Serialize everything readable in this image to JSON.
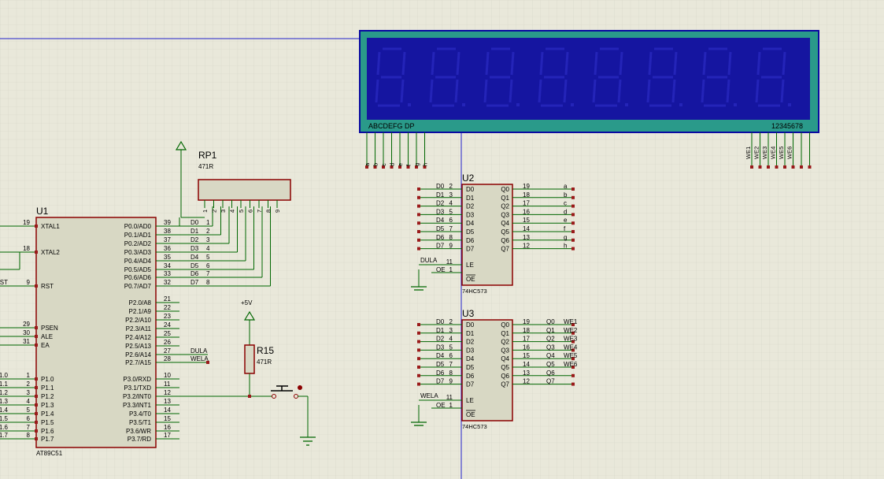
{
  "colors": {
    "background": "#e9e8da",
    "grid": "#cfcfc2",
    "wire": "#006600",
    "body_stroke": "#8b0000",
    "body_fill": "#d8d8c4",
    "display_frame": "#0a0aa0",
    "display_face": "#1515a0",
    "display_border": "#2a9a8a",
    "segment_off": "#2424b8",
    "cursor_line": "#2222cc",
    "pin_marker": "#9a1a1a"
  },
  "display": {
    "segment_label": "ABCDEFG  DP",
    "digit_label": "12345678",
    "pin_labels_left": [
      "a",
      "b",
      "c",
      "d",
      "e",
      "f",
      "g",
      "h"
    ],
    "pin_labels_right": [
      "WE1",
      "WE2",
      "WE3",
      "WE4",
      "WE5",
      "WE6",
      "",
      ""
    ],
    "digit_count": 8
  },
  "u1": {
    "ref": "U1",
    "part": "AT89C51",
    "left_pins": [
      {
        "num": "19",
        "name": "XTAL1",
        "net": ""
      },
      {
        "num": "18",
        "name": "XTAL2",
        "net": ""
      },
      {
        "num": "9",
        "name": "RST",
        "net": "ST"
      },
      {
        "num": "29",
        "name": "PSEN",
        "net": ""
      },
      {
        "num": "30",
        "name": "ALE",
        "net": ""
      },
      {
        "num": "31",
        "name": "EA",
        "net": ""
      },
      {
        "num": "1",
        "name": "P1.0",
        "net": "1.0"
      },
      {
        "num": "2",
        "name": "P1.1",
        "net": "1.1"
      },
      {
        "num": "3",
        "name": "P1.2",
        "net": "1.2"
      },
      {
        "num": "4",
        "name": "P1.3",
        "net": "1.3"
      },
      {
        "num": "5",
        "name": "P1.4",
        "net": "1.4"
      },
      {
        "num": "6",
        "name": "P1.5",
        "net": "1.5"
      },
      {
        "num": "7",
        "name": "P1.6",
        "net": "1.6"
      },
      {
        "num": "8",
        "name": "P1.7",
        "net": "1.7"
      }
    ],
    "right_pins": [
      {
        "num": "39",
        "name": "P0.0/AD0",
        "net": "D0"
      },
      {
        "num": "38",
        "name": "P0.1/AD1",
        "net": "D1"
      },
      {
        "num": "37",
        "name": "P0.2/AD2",
        "net": "D2"
      },
      {
        "num": "36",
        "name": "P0.3/AD3",
        "net": "D3"
      },
      {
        "num": "35",
        "name": "P0.4/AD4",
        "net": "D4"
      },
      {
        "num": "34",
        "name": "P0.5/AD5",
        "net": "D5"
      },
      {
        "num": "33",
        "name": "P0.6/AD6",
        "net": "D6"
      },
      {
        "num": "32",
        "name": "P0.7/AD7",
        "net": "D7"
      },
      {
        "num": "21",
        "name": "P2.0/A8",
        "net": ""
      },
      {
        "num": "22",
        "name": "P2.1/A9",
        "net": ""
      },
      {
        "num": "23",
        "name": "P2.2/A10",
        "net": ""
      },
      {
        "num": "24",
        "name": "P2.3/A11",
        "net": ""
      },
      {
        "num": "25",
        "name": "P2.4/A12",
        "net": ""
      },
      {
        "num": "26",
        "name": "P2.5/A13",
        "net": ""
      },
      {
        "num": "27",
        "name": "P2.6/A14",
        "net": "DULA"
      },
      {
        "num": "28",
        "name": "P2.7/A15",
        "net": "WELA"
      },
      {
        "num": "10",
        "name": "P3.0/RXD",
        "net": ""
      },
      {
        "num": "11",
        "name": "P3.1/TXD",
        "net": ""
      },
      {
        "num": "12",
        "name": "P3.2/INT0",
        "net": ""
      },
      {
        "num": "13",
        "name": "P3.3/INT1",
        "net": ""
      },
      {
        "num": "14",
        "name": "P3.4/T0",
        "net": ""
      },
      {
        "num": "15",
        "name": "P3.5/T1",
        "net": ""
      },
      {
        "num": "16",
        "name": "P3.6/WR",
        "net": ""
      },
      {
        "num": "17",
        "name": "P3.7/RD",
        "net": ""
      }
    ]
  },
  "rp1": {
    "ref": "RP1",
    "value": "471R",
    "pins": [
      "1",
      "2",
      "3",
      "4",
      "5",
      "6",
      "7",
      "8",
      "9"
    ]
  },
  "r15": {
    "ref": "R15",
    "value": "471R",
    "power": "+5V"
  },
  "latches": [
    {
      "ref": "U2",
      "part": "74HC573",
      "inputs": [
        {
          "net": "D0",
          "num": "2",
          "name": "D0"
        },
        {
          "net": "D1",
          "num": "3",
          "name": "D1"
        },
        {
          "net": "D2",
          "num": "4",
          "name": "D2"
        },
        {
          "net": "D3",
          "num": "5",
          "name": "D3"
        },
        {
          "net": "D4",
          "num": "6",
          "name": "D4"
        },
        {
          "net": "D5",
          "num": "7",
          "name": "D5"
        },
        {
          "net": "D6",
          "num": "8",
          "name": "D6"
        },
        {
          "net": "D7",
          "num": "9",
          "name": "D7"
        }
      ],
      "outputs": [
        {
          "name": "Q0",
          "num": "19",
          "net": "a"
        },
        {
          "name": "Q1",
          "num": "18",
          "net": "b"
        },
        {
          "name": "Q2",
          "num": "17",
          "net": "c"
        },
        {
          "name": "Q3",
          "num": "16",
          "net": "d"
        },
        {
          "name": "Q4",
          "num": "15",
          "net": "e"
        },
        {
          "name": "Q5",
          "num": "14",
          "net": "f"
        },
        {
          "name": "Q6",
          "num": "13",
          "net": "g"
        },
        {
          "name": "Q7",
          "num": "12",
          "net": "h"
        }
      ],
      "le": {
        "net": "DULA",
        "num": "11",
        "name": "LE"
      },
      "oe": {
        "net": "OE",
        "num": "1",
        "name": "OE"
      }
    },
    {
      "ref": "U3",
      "part": "74HC573",
      "inputs": [
        {
          "net": "D0",
          "num": "2",
          "name": "D0"
        },
        {
          "net": "D1",
          "num": "3",
          "name": "D1"
        },
        {
          "net": "D2",
          "num": "4",
          "name": "D2"
        },
        {
          "net": "D3",
          "num": "5",
          "name": "D3"
        },
        {
          "net": "D4",
          "num": "6",
          "name": "D4"
        },
        {
          "net": "D5",
          "num": "7",
          "name": "D5"
        },
        {
          "net": "D6",
          "num": "8",
          "name": "D6"
        },
        {
          "net": "D7",
          "num": "9",
          "name": "D7"
        }
      ],
      "outputs": [
        {
          "name": "Q0",
          "num": "19",
          "net": "Q0",
          "tag": "WE1"
        },
        {
          "name": "Q1",
          "num": "18",
          "net": "Q1",
          "tag": "WE2"
        },
        {
          "name": "Q2",
          "num": "17",
          "net": "Q2",
          "tag": "WE3"
        },
        {
          "name": "Q3",
          "num": "16",
          "net": "Q3",
          "tag": "WE4"
        },
        {
          "name": "Q4",
          "num": "15",
          "net": "Q4",
          "tag": "WE5"
        },
        {
          "name": "Q5",
          "num": "14",
          "net": "Q5",
          "tag": "WE6"
        },
        {
          "name": "Q6",
          "num": "13",
          "net": "Q6",
          "tag": ""
        },
        {
          "name": "Q7",
          "num": "12",
          "net": "Q7",
          "tag": ""
        }
      ],
      "le": {
        "net": "WELA",
        "num": "11",
        "name": "LE"
      },
      "oe": {
        "net": "OE",
        "num": "1",
        "name": "OE"
      }
    }
  ]
}
